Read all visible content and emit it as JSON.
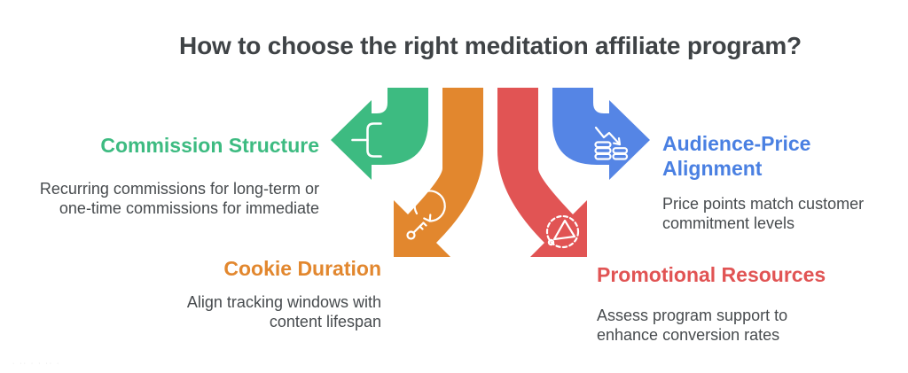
{
  "title": "How to choose the right meditation affiliate program?",
  "colors": {
    "title_text": "#3f4346",
    "body_text": "#474b4e",
    "green": "#3dbb81",
    "orange": "#e2872e",
    "red": "#e15454",
    "blue": "#5585e5",
    "icon_stroke": "#ffffff"
  },
  "sections": [
    {
      "id": "commission-structure",
      "heading": "Commission Structure",
      "body": "Recurring commissions for long-term or\none-time commissions for immediate",
      "color": "#3dbb81",
      "icon": "branch-bracket-icon",
      "arrow_direction": "left"
    },
    {
      "id": "audience-price-alignment",
      "heading": "Audience-Price\nAlignment",
      "body": "Price points match customer\ncommitment levels",
      "color": "#4a80e2",
      "icon": "declining-price-coins-icon",
      "arrow_direction": "right"
    },
    {
      "id": "cookie-duration",
      "heading": "Cookie Duration",
      "body": "Align tracking windows with\ncontent lifespan",
      "color": "#e2872e",
      "icon": "key-rotation-icon",
      "arrow_direction": "down-left"
    },
    {
      "id": "promotional-resources",
      "heading": "Promotional Resources",
      "body": "Assess program support to\nenhance conversion rates",
      "color": "#e15454",
      "icon": "megaphone-badge-icon",
      "arrow_direction": "down-right"
    }
  ],
  "watermark": "· ·· · · ·· ·"
}
